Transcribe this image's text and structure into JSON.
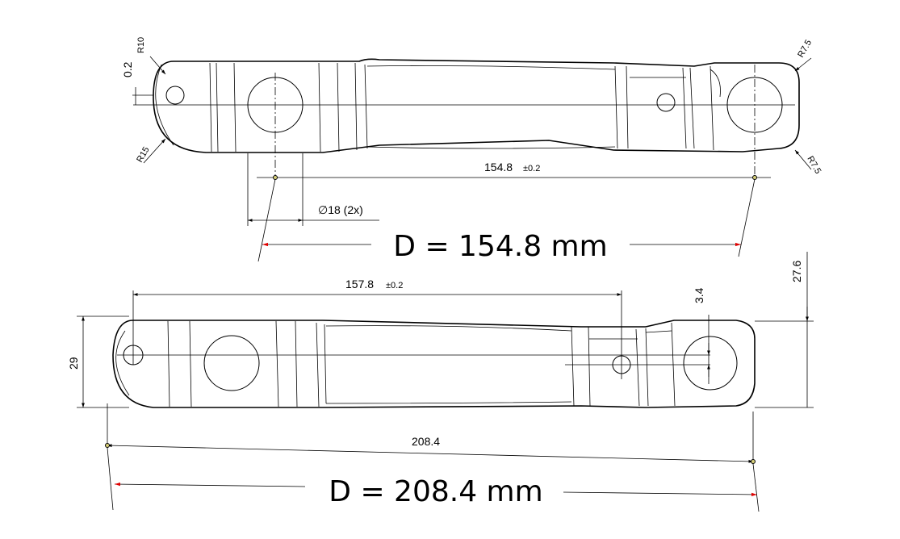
{
  "top_view": {
    "radius_top_left": "R10",
    "offset": "0.2",
    "radius_bottom_left": "R15",
    "radius_top_right": "R7.5",
    "radius_bottom_right": "R7.5",
    "center_distance": "154.8",
    "center_tolerance": "±0.2",
    "hole_diameter": "∅18 (2x)",
    "summary": "D = 154.8 mm"
  },
  "side_view": {
    "hole_distance": "157.8",
    "hole_tolerance": "±0.2",
    "offset": "3.4",
    "total_height": "27.6",
    "height": "29",
    "overall_length": "208.4",
    "summary": "D = 208.4 mm"
  },
  "colors": {
    "arrow": "#e00000",
    "point": "#d6cf7a"
  }
}
